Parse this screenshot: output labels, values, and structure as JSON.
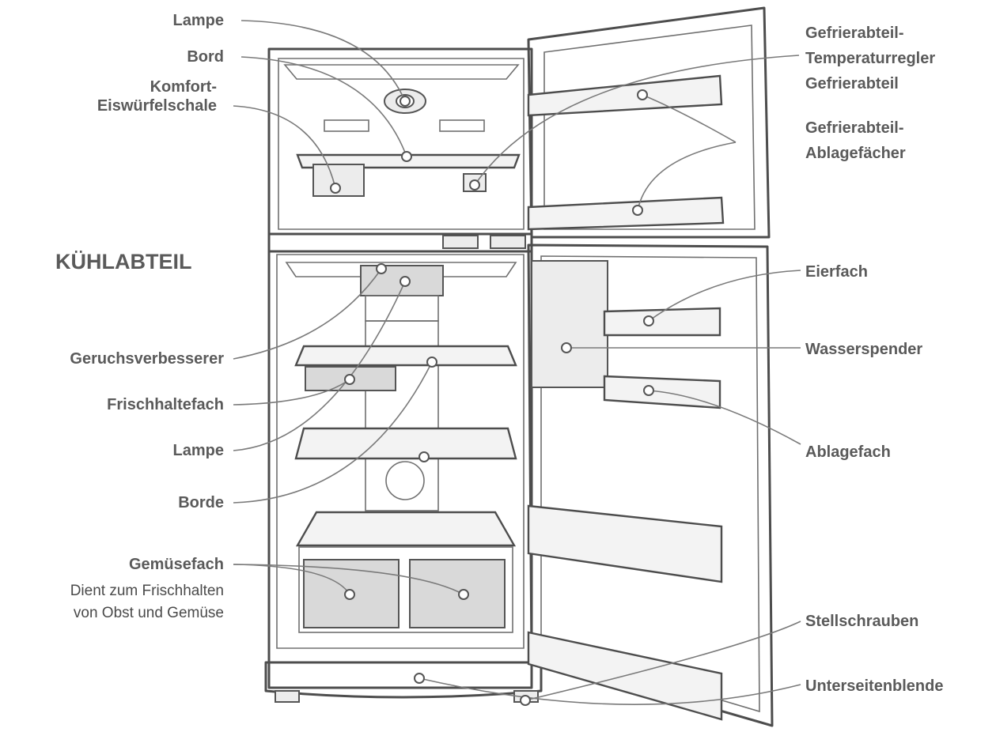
{
  "labels_left": {
    "lampe_top": "Lampe",
    "bord": "Bord",
    "komfort_line1": "Komfort-",
    "komfort_line2": "Eiswürfelschale",
    "kuehlabteil": "KÜHLABTEIL",
    "geruchsverbesserer": "Geruchsverbesserer",
    "frischhaltefach": "Frischhaltefach",
    "lampe_bottom": "Lampe",
    "borde": "Borde",
    "gemuesefach": "Gemüsefach",
    "gemuesefach_desc1": "Dient zum Frischhalten",
    "gemuesefach_desc2": "von Obst und Gemüse"
  },
  "labels_right": {
    "gefrier_line1": "Gefrierabteil-",
    "gefrier_line2": "Temperaturregler",
    "gefrier_line3": "Gefrierabteil",
    "ablage_line1": "Gefrierabteil-",
    "ablage_line2": "Ablagefächer",
    "eierfach": "Eierfach",
    "wasserspender": "Wasserspender",
    "ablagefach": "Ablagefach",
    "stellschrauben": "Stellschrauben",
    "unterseitenblende": "Unterseitenblende"
  },
  "colors": {
    "label_text": "#5a5a5a",
    "outline": "#4d4d4d",
    "drawer_fill": "#d9d9d9"
  }
}
